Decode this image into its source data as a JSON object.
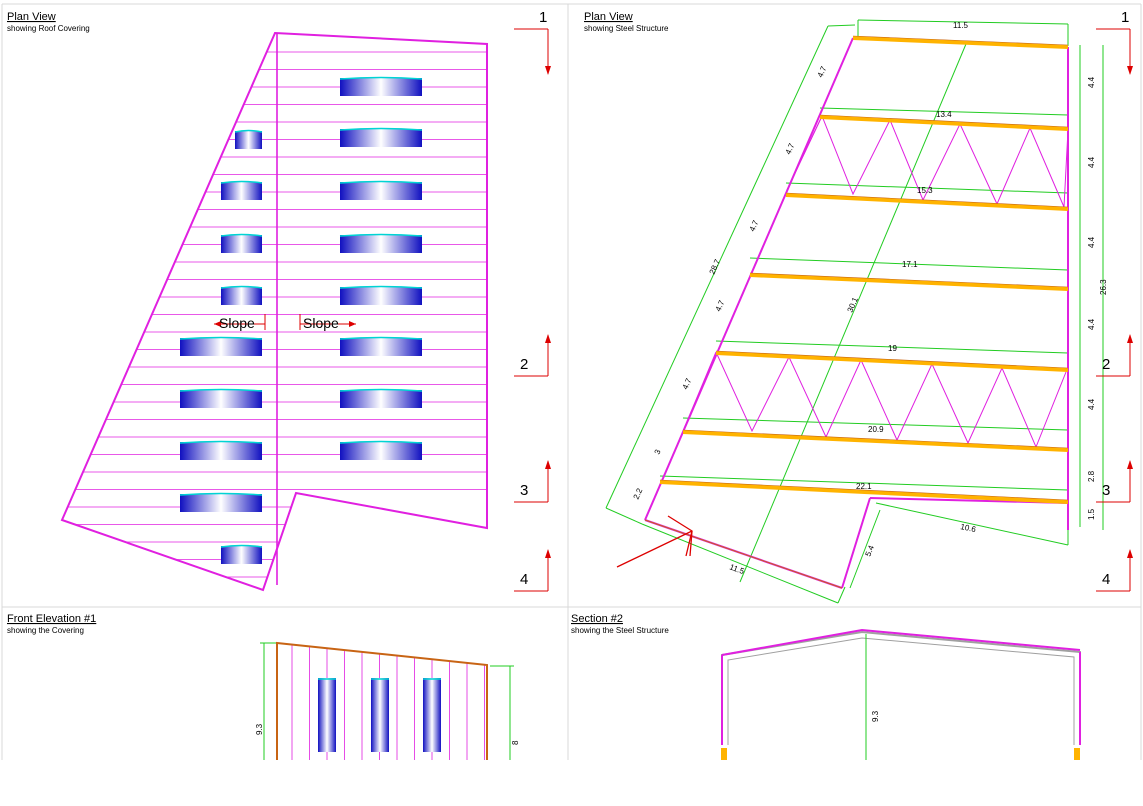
{
  "panels": {
    "roof_plan": {
      "title": "Plan View",
      "subtitle": "showing Roof Covering",
      "slope_left": "Slope",
      "slope_right": "Slope"
    },
    "steel_plan": {
      "title": "Plan View",
      "subtitle": "showing Steel Structure"
    },
    "front_elevation": {
      "title": "Front Elevation #1",
      "subtitle": "showing the Covering"
    },
    "section": {
      "title": "Section #2",
      "subtitle": "showing the Steel Structure"
    }
  },
  "section_markers": [
    "1",
    "2",
    "3",
    "4"
  ],
  "dimensions": {
    "top_widths": [
      "11.5",
      "13.4",
      "15.3",
      "17.1",
      "19",
      "20.9",
      "22.1"
    ],
    "bay_spacings": [
      "4.4",
      "4.4",
      "4.4",
      "4.4",
      "4.4",
      "2.8",
      "1.5"
    ],
    "total_length": "26.3",
    "diagonal_segments": [
      "4.7",
      "4.7",
      "4.7",
      "4.7",
      "4.7",
      "3",
      "2.2"
    ],
    "diagonal_total": "28.7",
    "diagonal_center": "30.1",
    "notch_bottom": "10.6",
    "notch_side": "5.4",
    "bottom_edge": "11.5",
    "elevation_heights": [
      "9.3",
      "8"
    ],
    "section_height": "9.3"
  },
  "colors": {
    "outline": "#e020e0",
    "dimension": "#22cc22",
    "section_marker": "#dd0000",
    "beam": "#ffb300",
    "skylight_dark": "#1010c0",
    "skylight_light": "#ffffff",
    "skylight_edge": "#00d4d4",
    "frame": "#a0a0a0",
    "cladding_edge": "#c86414"
  }
}
